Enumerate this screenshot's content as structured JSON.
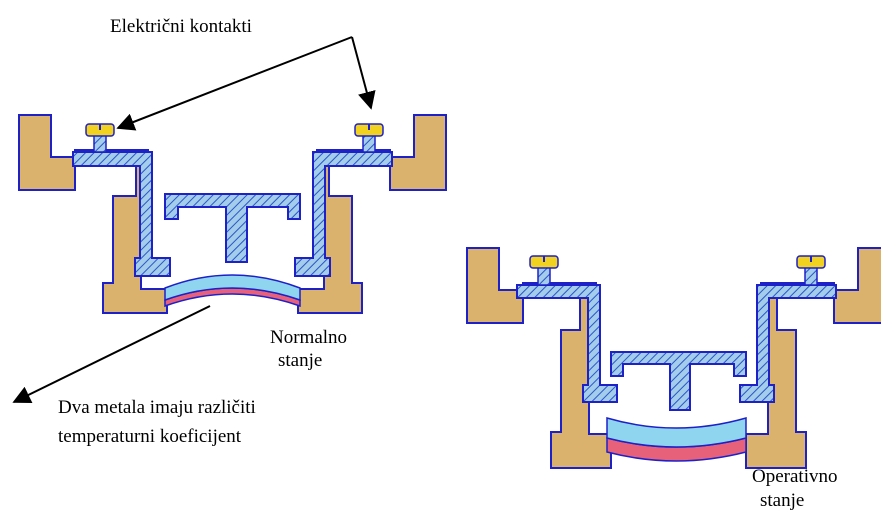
{
  "labels": {
    "contacts": "Električni kontakti",
    "normal_line1": "Normalno",
    "normal_line2": "stanje",
    "bimetal_line1": "Dva metala imaju različiti",
    "bimetal_line2": "temperaturni koeficijent",
    "operative_line1": "Operativno",
    "operative_line2": "stanje"
  },
  "colors": {
    "housing": "#dab26e",
    "outline": "#1e20c8",
    "hatch_fill": "#a3cdea",
    "metal_top": "#8fd5f0",
    "metal_bottom": "#e8617a",
    "screw": "#f2d221"
  }
}
